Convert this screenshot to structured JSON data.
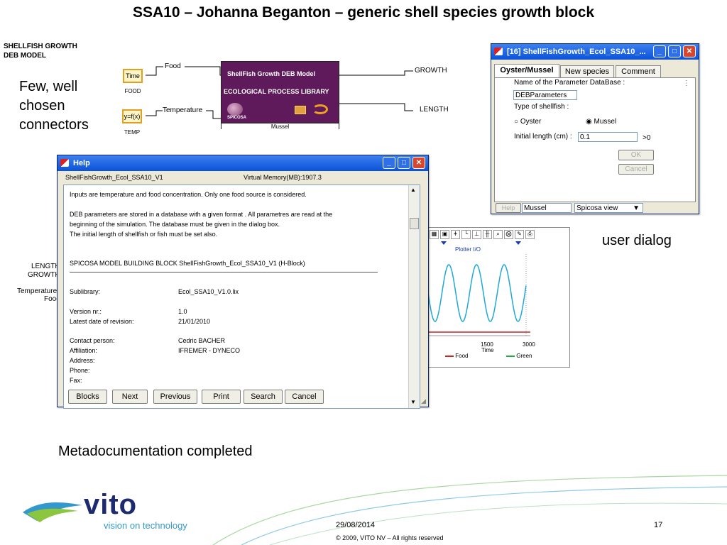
{
  "slide": {
    "title": "SSA10 – Johanna Beganton – generic shell species growth block",
    "heading_small": "SHELLFISH GROWTH\nDEB MODEL",
    "callout_connectors": "Few, well\nchosen\nconnectors",
    "callout_dialog": "user dialog",
    "callout_meta": "Metadocumentation completed"
  },
  "diagram": {
    "food_icon_text": "Time",
    "food_caption": "FOOD",
    "temp_icon_text": "y=f(x)",
    "temp_caption": "TEMP",
    "wire_food": "Food",
    "wire_temperature": "Temperature",
    "wire_growth": "GROWTH",
    "wire_length": "LENGTH",
    "block_line1": "ShellFish Growth DEB Model",
    "block_line2": "ECOLOGICAL PROCESS LIBRARY",
    "block_logo": "SPICOSA",
    "block_caption": "Mussel",
    "hidden_labels": [
      "LENGTH",
      "GROWTH",
      "Temperature",
      "Food"
    ]
  },
  "dialog": {
    "title": "[16]  ShellFishGrowth_Ecol_SSA10_...",
    "tabs": [
      "Oyster/Mussel",
      "New species",
      "Comment"
    ],
    "param_label": "Name of the Parameter DataBase :",
    "param_value": "DEBParameters",
    "type_label": "Type of shellfish :",
    "radio_oyster": "Oyster",
    "radio_mussel": "Mussel",
    "selected": "Mussel",
    "length_label": "Initial length (cm) :",
    "length_value": "0.1",
    "length_hint": ">0",
    "ok": "OK",
    "cancel": "Cancel",
    "help": "Help",
    "name_field": "Mussel",
    "view_select": "Spicosa view"
  },
  "plotter": {
    "title": "Plotter I/O",
    "x_ticks": [
      "1500",
      "3000"
    ],
    "x_label": "Time",
    "legend": [
      {
        "name": "Food",
        "color": "#cc2222"
      },
      {
        "name": "Green",
        "color": "#22aa44"
      }
    ],
    "series_color": "#1fa8d8"
  },
  "help": {
    "title": "Help",
    "header_left": "ShellFishGrowth_Ecol_SSA10_V1",
    "header_right": "Virtual Memory(MB):1907.3",
    "lines": [
      "Inputs are temperature and food concentration. Only one food source is considered.",
      "DEB parameters are stored in a database with a given format . All parametres are read at the",
      "beginning of the simulation. The database must be given in the dialog box.",
      "The initial length of shellfish or fish must be set also.",
      "SPICOSA MODEL BUILDING BLOCK ShellFishGrowth_Ecol_SSA10_V1 (H-Block)"
    ],
    "fields": [
      {
        "label": "Sublibrary:",
        "value": "Ecol_SSA10_V1.0.lix"
      },
      {
        "label": "Version nr.:",
        "value": "1.0"
      },
      {
        "label": "Latest date of revision:",
        "value": "21/01/2010"
      },
      {
        "label": "Contact person:",
        "value": "Cedric BACHER"
      },
      {
        "label": "Affiliation:",
        "value": "IFREMER - DYNECO"
      },
      {
        "label": "Address:",
        "value": ""
      },
      {
        "label": "Phone:",
        "value": ""
      },
      {
        "label": "Fax:",
        "value": ""
      }
    ],
    "buttons": [
      "Blocks",
      "Next",
      "Previous",
      "Print",
      "Search",
      "Cancel"
    ]
  },
  "footer": {
    "logo": "vito",
    "tagline": "vision on technology",
    "date": "29/08/2014",
    "page": "17",
    "copyright": "© 2009, VITO NV – All rights reserved",
    "brand_color": "#1e2a6e",
    "accent_color": "#3399cc"
  }
}
